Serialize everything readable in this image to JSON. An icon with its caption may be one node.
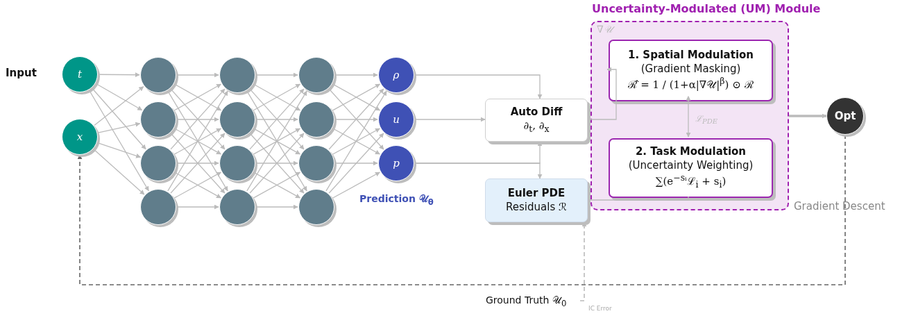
{
  "diagram": {
    "nodes": [
      {
        "text": [
          "t"
        ]
      },
      {
        "text": [
          "x"
        ]
      },
      {
        "text": [],
        "shape": "circle"
      },
      {
        "text": [],
        "shape": "circle"
      },
      {
        "text": [],
        "shape": "circle"
      },
      {
        "text": [],
        "shape": "circle"
      },
      {
        "text": [],
        "shape": "circle"
      },
      {
        "text": [],
        "shape": "circle"
      },
      {
        "text": [],
        "shape": "circle"
      },
      {
        "text": [],
        "shape": "circle"
      },
      {
        "text": [],
        "shape": "circle"
      },
      {
        "text": [],
        "shape": "circle"
      },
      {
        "text": [],
        "shape": "circle"
      },
      {
        "text": [],
        "shape": "circle"
      },
      {
        "text": [
          "ρ"
        ]
      },
      {
        "text": [
          "u"
        ]
      },
      {
        "text": [
          "p"
        ]
      },
      {
        "text": [
          "Auto Diff",
          "∂$_{t}$, ∂$_{x}$"
        ]
      },
      {
        "text": [
          "Euler PDE",
          "Residuals ℛ"
        ]
      },
      {
        "text": [
          "Uncertainty-Modulated (UM) Module"
        ]
      },
      {
        "text": [
          "1. Spatial Modulation",
          "(Gradient Masking)",
          "ℛ̂ = 1 / (1+α|∇𝒰|$^{β}$) ⊙ ℛ"
        ],
        "in": 19
      },
      {
        "text": [
          "2. Task Modulation",
          "(Uncertainty Weighting)",
          "∑(e$^{−sᵢ}$ℒ$_{i}$ + s$_{i}$)"
        ],
        "in": 19
      },
      {
        "text": [
          "Opt"
        ]
      },
      {
        "text": [
          "Ground Truth 𝒰$_{0}$"
        ]
      }
    ],
    "edges": [
      {
        "from": 0,
        "to": 2,
        "arrow": "to"
      },
      {
        "from": 0,
        "to": 3,
        "arrow": "to"
      },
      {
        "from": 0,
        "to": 4,
        "arrow": "to"
      },
      {
        "from": 0,
        "to": 5,
        "arrow": "to"
      },
      {
        "from": 1,
        "to": 2,
        "arrow": "to"
      },
      {
        "from": 1,
        "to": 3,
        "arrow": "to"
      },
      {
        "from": 1,
        "to": 4,
        "arrow": "to"
      },
      {
        "from": 1,
        "to": 5,
        "arrow": "to"
      },
      {
        "from": 2,
        "to": 6,
        "arrow": "to"
      },
      {
        "from": 2,
        "to": 7,
        "arrow": "to"
      },
      {
        "from": 2,
        "to": 8,
        "arrow": "to"
      },
      {
        "from": 2,
        "to": 9,
        "arrow": "to"
      },
      {
        "from": 3,
        "to": 6,
        "arrow": "to"
      },
      {
        "from": 3,
        "to": 7,
        "arrow": "to"
      },
      {
        "from": 3,
        "to": 8,
        "arrow": "to"
      },
      {
        "from": 3,
        "to": 9,
        "arrow": "to"
      },
      {
        "from": 4,
        "to": 6,
        "arrow": "to"
      },
      {
        "from": 4,
        "to": 7,
        "arrow": "to"
      },
      {
        "from": 4,
        "to": 8,
        "arrow": "to"
      },
      {
        "from": 4,
        "to": 9,
        "arrow": "to"
      },
      {
        "from": 5,
        "to": 6,
        "arrow": "to"
      },
      {
        "from": 5,
        "to": 7,
        "arrow": "to"
      },
      {
        "from": 5,
        "to": 8,
        "arrow": "to"
      },
      {
        "from": 5,
        "to": 9,
        "arrow": "to"
      },
      {
        "from": 6,
        "to": 10,
        "arrow": "to"
      },
      {
        "from": 6,
        "to": 11,
        "arrow": "to"
      },
      {
        "from": 6,
        "to": 12,
        "arrow": "to"
      },
      {
        "from": 6,
        "to": 13,
        "arrow": "to"
      },
      {
        "from": 7,
        "to": 10,
        "arrow": "to"
      },
      {
        "from": 7,
        "to": 11,
        "arrow": "to"
      },
      {
        "from": 7,
        "to": 12,
        "arrow": "to"
      },
      {
        "from": 7,
        "to": 13,
        "arrow": "to"
      },
      {
        "from": 8,
        "to": 10,
        "arrow": "to"
      },
      {
        "from": 8,
        "to": 11,
        "arrow": "to"
      },
      {
        "from": 8,
        "to": 12,
        "arrow": "to"
      },
      {
        "from": 8,
        "to": 13,
        "arrow": "to"
      },
      {
        "from": 9,
        "to": 10,
        "arrow": "to"
      },
      {
        "from": 9,
        "to": 11,
        "arrow": "to"
      },
      {
        "from": 9,
        "to": 12,
        "arrow": "to"
      },
      {
        "from": 9,
        "to": 13,
        "arrow": "to"
      },
      {
        "from": 10,
        "to": 14,
        "arrow": "to"
      },
      {
        "from": 10,
        "to": 15,
        "arrow": "to"
      },
      {
        "from": 10,
        "to": 16,
        "arrow": "to"
      },
      {
        "from": 11,
        "to": 14,
        "arrow": "to"
      },
      {
        "from": 11,
        "to": 15,
        "arrow": "to"
      },
      {
        "from": 11,
        "to": 16,
        "arrow": "to"
      },
      {
        "from": 12,
        "to": 14,
        "arrow": "to"
      },
      {
        "from": 12,
        "to": 15,
        "arrow": "to"
      },
      {
        "from": 12,
        "to": 16,
        "arrow": "to"
      },
      {
        "from": 13,
        "to": 14,
        "arrow": "to"
      },
      {
        "from": 13,
        "to": 15,
        "arrow": "to"
      },
      {
        "from": 13,
        "to": 16,
        "arrow": "to"
      },
      {
        "from": 14,
        "to": 17,
        "arrow": "to"
      },
      {
        "from": 15,
        "to": 17,
        "arrow": "to"
      },
      {
        "from": 16,
        "to": 17,
        "arrow": "to"
      },
      {
        "from": 16,
        "to": 18,
        "arrow": "to"
      },
      {
        "from": 17,
        "to": 20,
        "arrow": "to",
        "label": "∇𝒰"
      },
      {
        "from": 20,
        "to": 21,
        "arrow": "both",
        "label": "ℒ$_{PDE}$"
      },
      {
        "from": 18,
        "to": 21,
        "arrow": "none"
      },
      {
        "from": 23,
        "to": 18,
        "arrow": "to",
        "label": "IC Error",
        "style": "dashed"
      },
      {
        "from": 19,
        "to": 22,
        "arrow": "to",
        "style": "thick"
      },
      {
        "from": 22,
        "to": 1,
        "arrow": "to",
        "label": "Gradient Descent",
        "style": "dashed",
        "color": "#666666"
      }
    ],
    "labels": [
      "Input",
      "Prediction 𝒰$_{θ}$"
    ]
  }
}
